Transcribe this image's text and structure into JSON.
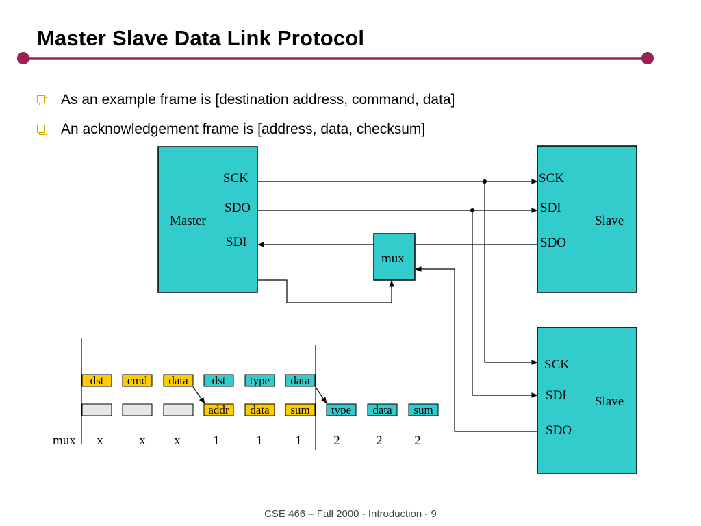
{
  "slide": {
    "title": "Master Slave Data Link Protocol",
    "bullets": [
      "As an example frame is [destination address, command, data]",
      "An acknowledgement frame is [address, data, checksum]"
    ],
    "footer": "CSE 466 – Fall 2000 - Introduction - 9"
  },
  "colors": {
    "accent_line": "#9b2257",
    "block_fill": "#33cccc",
    "frame_yellow": "#ffcc00",
    "frame_teal": "#33cccc",
    "empty_cell": "#e6e6e6"
  },
  "diagram": {
    "master": {
      "label": "Master",
      "pins": [
        "SCK",
        "SDO",
        "SDI"
      ]
    },
    "mux": {
      "label": "mux"
    },
    "slave1": {
      "label": "Slave",
      "pins": [
        "SCK",
        "SDI",
        "SDO"
      ]
    },
    "slave2": {
      "label": "Slave",
      "pins": [
        "SCK",
        "SDI",
        "SDO"
      ]
    }
  },
  "timeline": {
    "row1": [
      {
        "text": "dst",
        "color": "yellow"
      },
      {
        "text": "cmd",
        "color": "yellow"
      },
      {
        "text": "data",
        "color": "yellow"
      },
      {
        "text": "dst",
        "color": "teal"
      },
      {
        "text": "type",
        "color": "teal"
      },
      {
        "text": "data",
        "color": "teal"
      }
    ],
    "row2": [
      {
        "text": "",
        "color": "empty"
      },
      {
        "text": "",
        "color": "empty"
      },
      {
        "text": "",
        "color": "empty"
      },
      {
        "text": "addr",
        "color": "yellow"
      },
      {
        "text": "data",
        "color": "yellow"
      },
      {
        "text": "sum",
        "color": "yellow"
      },
      {
        "text": "type",
        "color": "teal"
      },
      {
        "text": "data",
        "color": "teal"
      },
      {
        "text": "sum",
        "color": "teal"
      }
    ],
    "mux_label": "mux",
    "mux_values": [
      "x",
      "x",
      "x",
      "1",
      "1",
      "1",
      "2",
      "2",
      "2"
    ]
  }
}
